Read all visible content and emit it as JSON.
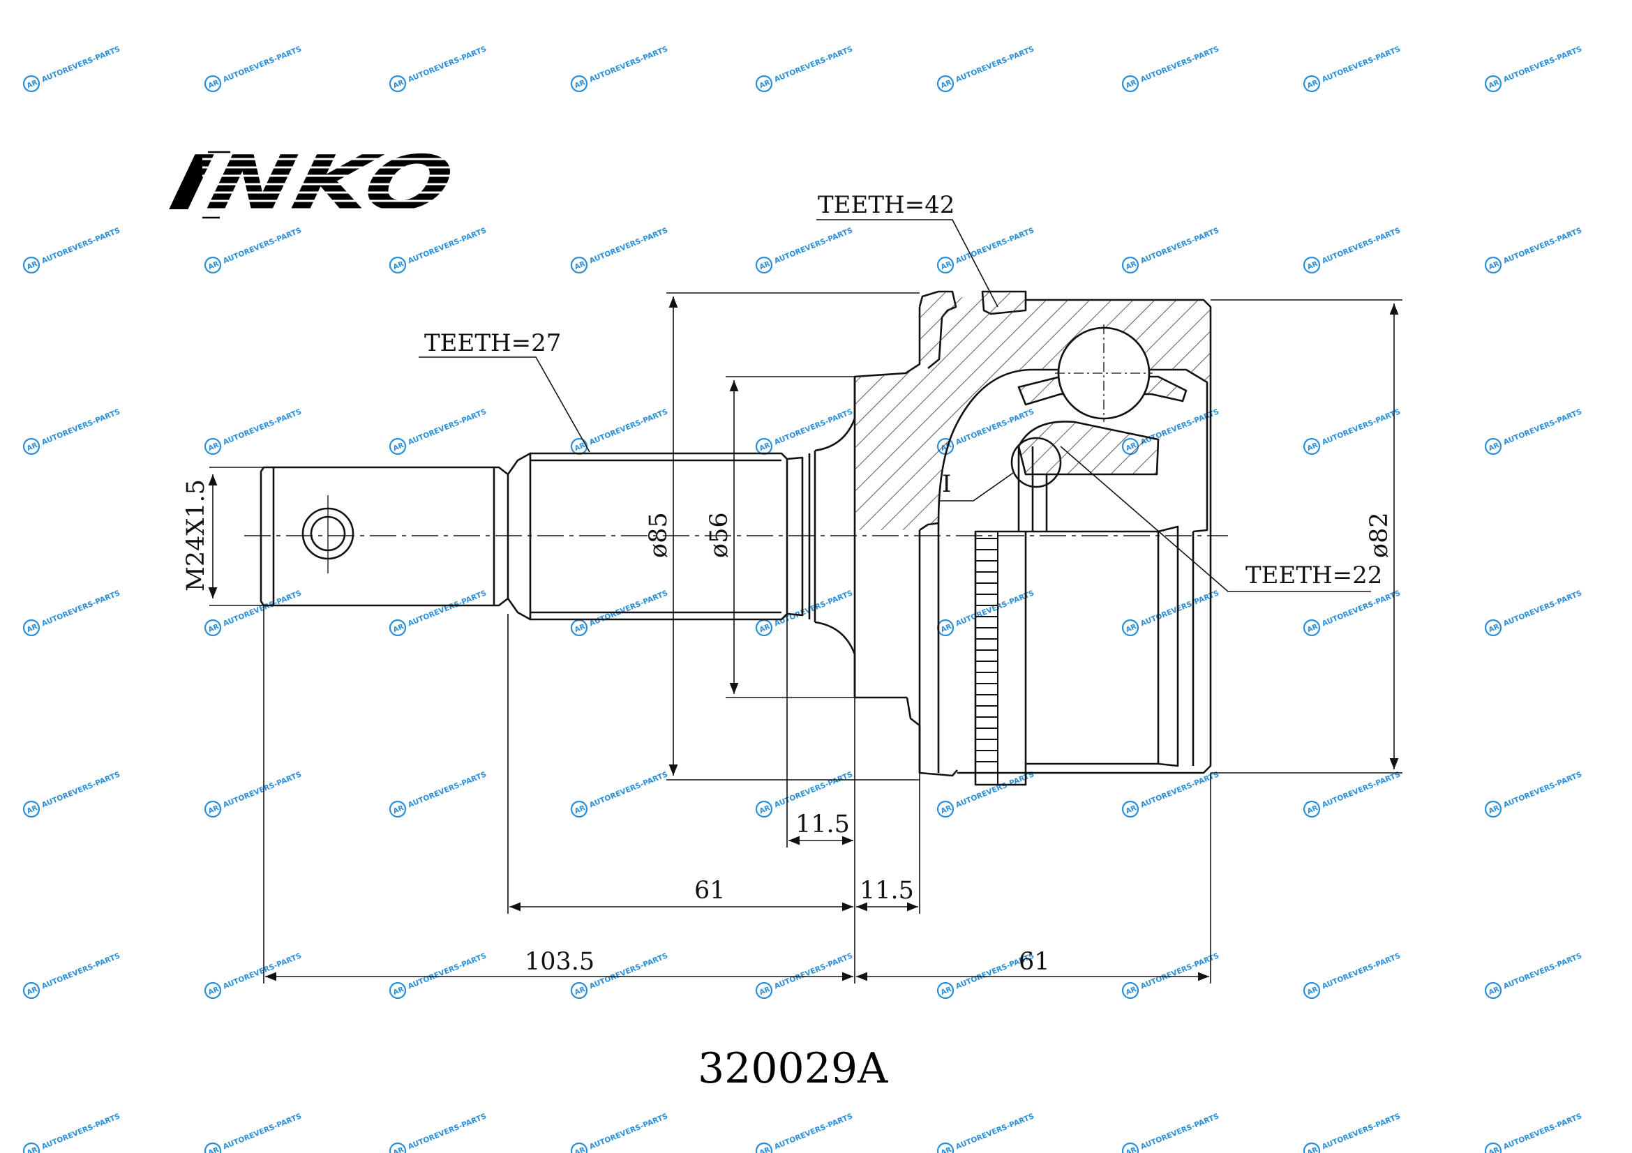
{
  "brand": {
    "logo_text": "INKO"
  },
  "watermark": {
    "text": "AUTOREVERS-PARTS",
    "icon": "AR",
    "color": "#2a8fd8"
  },
  "part_number": "320029A",
  "callouts": {
    "teeth_outer": "TEETH=42",
    "teeth_shaft": "TEETH=27",
    "teeth_inner": "TEETH=22",
    "detail_mark": "I"
  },
  "dimensions": {
    "thread": "M24X1.5",
    "dia_85": "ø85",
    "dia_56": "ø56",
    "dia_82": "ø82",
    "len_11_5_top": "11.5",
    "len_61_shaft": "61",
    "len_11_5_bottom": "11.5",
    "len_103_5": "103.5",
    "len_61_body": "61"
  }
}
